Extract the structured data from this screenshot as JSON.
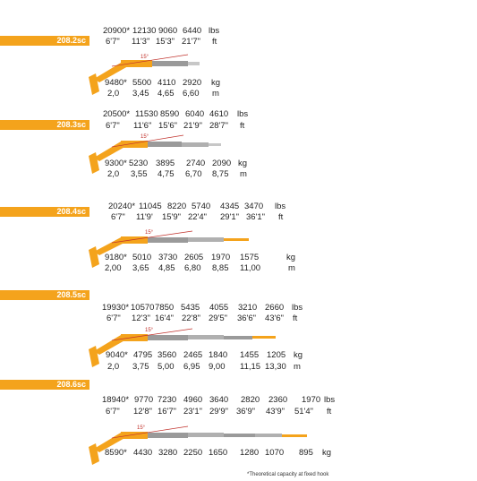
{
  "models": [
    {
      "name": "208.2sc",
      "lbs": [
        "20900*",
        "12130",
        "9060",
        "6440",
        "lbs"
      ],
      "ft": [
        "6'7\"",
        "11'3\"",
        "15'3\"",
        "21'7\"",
        "ft"
      ],
      "kg": [
        "9480*",
        "5500",
        "4110",
        "2920",
        "kg"
      ],
      "m": [
        "2,0",
        "3,45",
        "4,65",
        "6,60",
        "m"
      ]
    },
    {
      "name": "208.3sc",
      "lbs": [
        "20500*",
        "11530",
        "8590",
        "6040",
        "4610",
        "lbs"
      ],
      "ft": [
        "6'7\"",
        "11'6\"",
        "15'6\"",
        "21'9\"",
        "28'7\"",
        "ft"
      ],
      "kg": [
        "9300*",
        "5230",
        "3895",
        "2740",
        "2090",
        "kg"
      ],
      "m": [
        "2,0",
        "3,55",
        "4,75",
        "6,70",
        "8,75",
        "m"
      ]
    },
    {
      "name": "208.4sc",
      "lbs": [
        "20240*",
        "11045",
        "8220",
        "5740",
        "4345",
        "3470",
        "lbs"
      ],
      "ft": [
        "6'7\"",
        "11'9'",
        "15'9\"",
        "22'4\"",
        "29'1\"",
        "36'1\"",
        "ft"
      ],
      "kg": [
        "9180*",
        "5010",
        "3730",
        "2605",
        "1970",
        "1575",
        "kg"
      ],
      "m": [
        "2,00",
        "3,65",
        "4,85",
        "6,80",
        "8,85",
        "11,00",
        "m"
      ]
    },
    {
      "name": "208.5sc",
      "lbs": [
        "19930*",
        "10570",
        "7850",
        "5435",
        "4055",
        "3210",
        "2660",
        "lbs"
      ],
      "ft": [
        "6'7\"",
        "12'3\"",
        "16'4\"",
        "22'8\"",
        "29'5\"",
        "36'6\"",
        "43'6\"",
        "ft"
      ],
      "kg": [
        "9040*",
        "4795",
        "3560",
        "2465",
        "1840",
        "1455",
        "1205",
        "kg"
      ],
      "m": [
        "2,0",
        "3,75",
        "5,00",
        "6,95",
        "9,00",
        "11,15",
        "13,30",
        "m"
      ]
    },
    {
      "name": "208.6sc",
      "lbs": [
        "18940*",
        "9770",
        "7230",
        "4960",
        "3640",
        "2820",
        "2360",
        "1970",
        "lbs"
      ],
      "ft": [
        "6'7\"",
        "12'8\"",
        "16'7\"",
        "23'1\"",
        "29'9\"",
        "36'9\"",
        "43'9\"",
        "51'4\"",
        "ft"
      ],
      "kg": [
        "8590*",
        "4430",
        "3280",
        "2250",
        "1650",
        "1280",
        "1070",
        "895",
        "kg"
      ],
      "m": []
    }
  ],
  "angle_label": "15°",
  "footnote": "*Theoretical capacity at fixed hook",
  "colors": {
    "accent": "#f4a31c",
    "boom": "#9a9a9a",
    "angle": "#c0302a"
  }
}
